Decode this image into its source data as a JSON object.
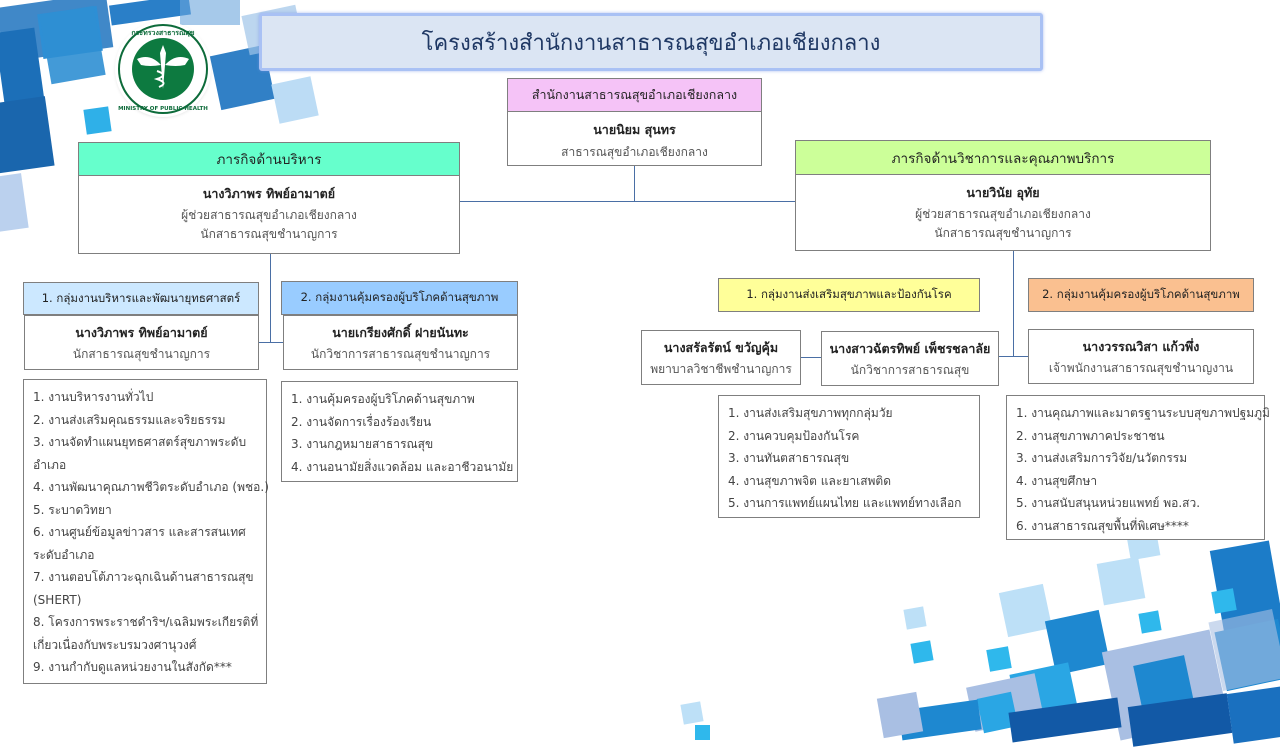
{
  "title": "โครงสร้างสำนักงานสาธารณสุขอำเภอเชียงกลาง",
  "logo": {
    "icon": "ministry-of-public-health-seal-icon",
    "text_top": "กระทรวงสาธารณสุข",
    "text_bottom": "MINISTRY OF PUBLIC HEALTH"
  },
  "head": {
    "header": "สำนักงานสาธารณสุขอำเภอเชียงกลาง",
    "name": "นายนิยม  สุนทร",
    "position": "สาธารณสุขอำเภอเชียงกลาง",
    "header_color": "#f5c3f7"
  },
  "admin_division": {
    "header": "ภารกิจด้านบริหาร",
    "name": "นางวิภาพร  ทิพย์อามาตย์",
    "position1": "ผู้ช่วยสาธารณสุขอำเภอเชียงกลาง",
    "position2": "นักสาธารณสุขชำนาญการ",
    "header_color": "#66ffcc",
    "groups": [
      {
        "header": "1. กลุ่มงานบริหารและพัฒนายุทธศาสตร์",
        "header_color": "#cce8ff",
        "name": "นางวิภาพร  ทิพย์อามาตย์",
        "position": "นักสาธารณสุขชำนาญการ",
        "tasks": [
          "1. งานบริหารงานทั่วไป",
          "2. งานส่งเสริมคุณธรรมและจริยธรรม",
          "3. งานจัดทำแผนยุทธศาสตร์สุขภาพระดับ",
          "อำเภอ",
          "4. งานพัฒนาคุณภาพชีวิตระดับอำเภอ (พชอ.)",
          "5. ระบาดวิทยา",
          "6. งานศูนย์ข้อมูลข่าวสาร และสารสนเทศ",
          "ระดับอำเภอ",
          "7. งานตอบโต้ภาวะฉุกเฉินด้านสาธารณสุข",
          "(SHERT)",
          "8. โครงการพระราชดำริฯ/เฉลิมพระเกียรติที่",
          "เกี่ยวเนื่องกับพระบรมวงศานุวงศ์",
          "9. งานกำกับดูแลหน่วยงานในสังกัด***"
        ]
      },
      {
        "header": "2. กลุ่มงานคุ้มครองผู้บริโภคด้านสุขภาพ",
        "header_color": "#99ccff",
        "name": "นายเกรียงศักดิ์ ฝายนันทะ",
        "position": "นักวิชาการสาธารณสุขชำนาญการ",
        "tasks": [
          "1. งานคุ้มครองผู้บริโภคด้านสุขภาพ",
          "2. งานจัดการเรื่องร้องเรียน",
          "3. งานกฎหมายสาธารณสุข",
          "4. งานอนามัยสิ่งแวดล้อม และอาชีวอนามัย"
        ]
      }
    ]
  },
  "academic_division": {
    "header": "ภารกิจด้านวิชาการและคุณภาพบริการ",
    "name": "นายวินัย  อุทัย",
    "position1": "ผู้ช่วยสาธารณสุขอำเภอเชียงกลาง",
    "position2": "นักสาธารณสุขชำนาญการ",
    "header_color": "#ccff99",
    "groups": [
      {
        "header": "1. กลุ่มงานส่งเสริมสุขภาพและป้องกันโรค",
        "header_color": "#ffff99",
        "staff": [
          {
            "name": "นางสรัลรัตน์  ขวัญคุ้ม",
            "position": "พยาบาลวิชาชีพชำนาญการ"
          },
          {
            "name": "นางสาวฉัตรทิพย์ เพ็ชรชลาลัย",
            "position": "นักวิชาการสาธารณสุข"
          }
        ],
        "tasks": [
          "1. งานส่งเสริมสุขภาพทุกกลุ่มวัย",
          "2. งานควบคุมป้องกันโรค",
          "3. งานทันตสาธารณสุข",
          "4. งานสุขภาพจิต และยาเสพติด",
          "5. งานการแพทย์แผนไทย และแพทย์ทางเลือก"
        ]
      },
      {
        "header": "2. กลุ่มงานคุ้มครองผู้บริโภคด้านสุขภาพ",
        "header_color": "#fac090",
        "staff": [
          {
            "name": "นางวรรณวิสา แก้วพึ่ง",
            "position": "เจ้าพนักงานสาธารณสุขชำนาญงาน"
          }
        ],
        "tasks": [
          "1. งานคุณภาพและมาตรฐานระบบสุขภาพปฐมภูมิ",
          "2. งานสุขภาพภาคประชาชน",
          "3. งานส่งเสริมการวิจัย/นวัตกรรม",
          "4. งานสุขศึกษา",
          "5. งานสนับสนุนหน่วยแพทย์ พอ.สว.",
          "6. งานสาธารณสุขพื้นที่พิเศษ****"
        ]
      }
    ]
  }
}
